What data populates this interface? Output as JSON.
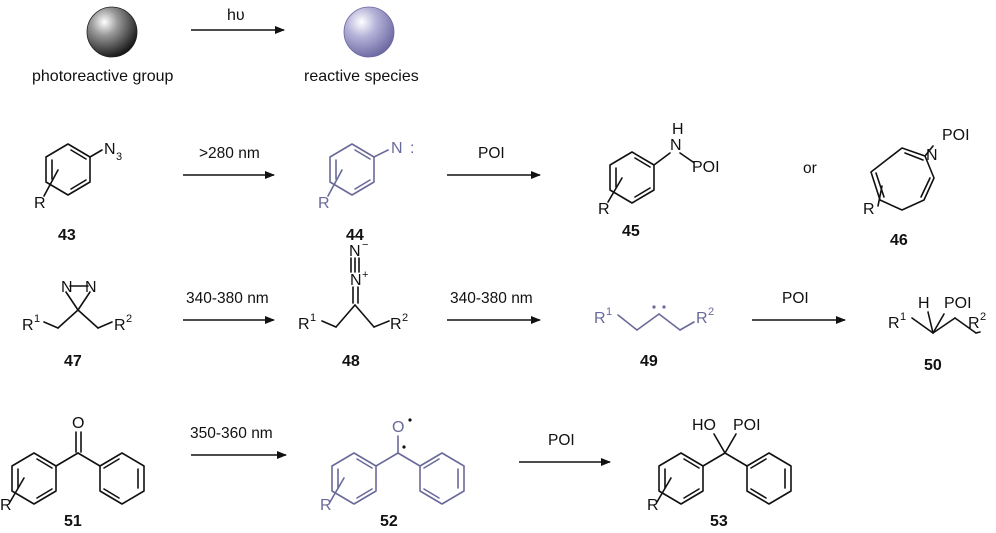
{
  "colors": {
    "ink": "#111111",
    "reactive": "#6a6a9a",
    "sphere_dark": "#1a1a1a",
    "sphere_violet": "#8c88bb"
  },
  "legend": {
    "arrow_label": "hυ",
    "left_caption": "photoreactive group",
    "right_caption": "reactive species"
  },
  "compounds": {
    "n43": "43",
    "n44": "44",
    "n45": "45",
    "n46": "46",
    "n47": "47",
    "n48": "48",
    "n49": "49",
    "n50": "50",
    "n51": "51",
    "n52": "52",
    "n53": "53"
  },
  "atoms": {
    "R": "R",
    "N": "N",
    "N3_sub": "3",
    "H": "H",
    "POI": "POI",
    "colon": ":",
    "one": "1",
    "two": "2",
    "plus": "+",
    "minus": "−",
    "O": "O",
    "HO": "HO",
    "dot": "·"
  },
  "conditions": {
    "row1_step1": ">280 nm",
    "row1_step2": "POI",
    "row1_or": "or",
    "row2_step1": "340-380 nm",
    "row2_step2": "340-380 nm",
    "row2_step3": "POI",
    "row3_step1": "350-360 nm",
    "row3_step2": "POI"
  }
}
